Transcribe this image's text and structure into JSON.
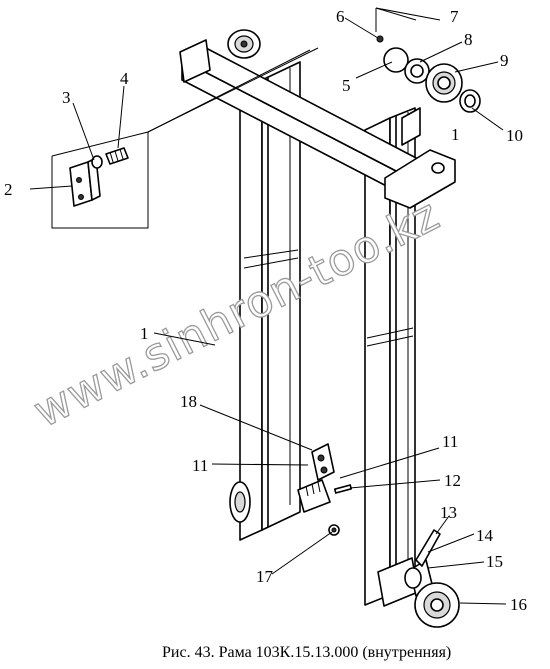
{
  "diagram": {
    "caption": "Рис. 43. Рама 103К.15.13.000  (внутренняя)",
    "watermark": "www.sinhron-too.kz",
    "callouts": [
      "1",
      "2",
      "3",
      "4",
      "5",
      "6",
      "7",
      "8",
      "9",
      "10",
      "11",
      "12",
      "13",
      "14",
      "15",
      "16",
      "17",
      "18"
    ],
    "callout_second_11": "11",
    "callout_second_1": "1"
  }
}
